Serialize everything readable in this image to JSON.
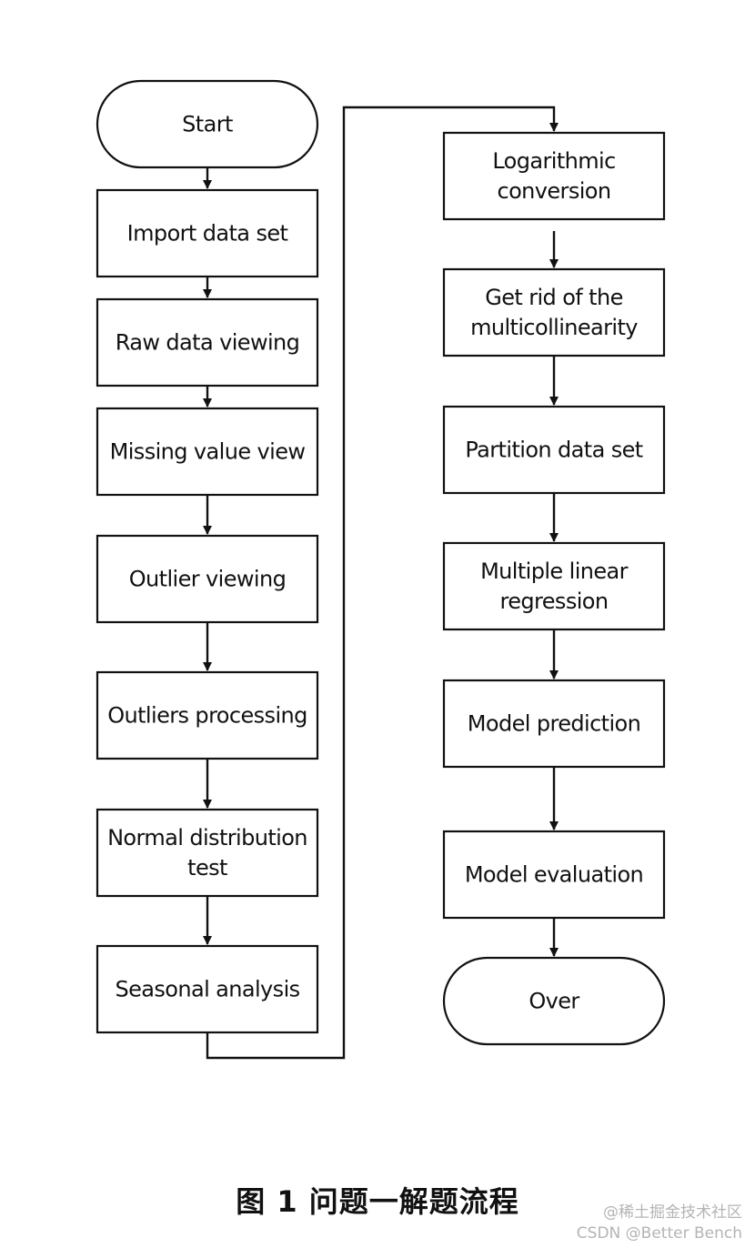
{
  "nodes": {
    "start": "Start",
    "import_data_set": "Import data set",
    "raw_data_viewing": "Raw data viewing",
    "missing_value_view": "Missing value view",
    "outlier_viewing": "Outlier viewing",
    "outliers_processing": "Outliers processing",
    "normal_distribution_test": [
      "Normal distribution",
      "test"
    ],
    "seasonal_analysis": "Seasonal analysis",
    "logarithmic_conversion": [
      "Logarithmic",
      "conversion"
    ],
    "get_rid_of_multicollinearity": [
      "Get rid of the",
      "multicollinearity"
    ],
    "partition_data_set": "Partition data set",
    "multiple_linear_regression": [
      "Multiple linear",
      "regression"
    ],
    "model_prediction": "Model prediction",
    "model_evaluation": "Model evaluation",
    "over": "Over"
  },
  "edges": [
    [
      "start",
      "import_data_set"
    ],
    [
      "import_data_set",
      "raw_data_viewing"
    ],
    [
      "raw_data_viewing",
      "missing_value_view"
    ],
    [
      "missing_value_view",
      "outlier_viewing"
    ],
    [
      "outlier_viewing",
      "outliers_processing"
    ],
    [
      "outliers_processing",
      "normal_distribution_test"
    ],
    [
      "normal_distribution_test",
      "seasonal_analysis"
    ],
    [
      "seasonal_analysis",
      "logarithmic_conversion"
    ],
    [
      "logarithmic_conversion",
      "get_rid_of_multicollinearity"
    ],
    [
      "get_rid_of_multicollinearity",
      "partition_data_set"
    ],
    [
      "partition_data_set",
      "multiple_linear_regression"
    ],
    [
      "multiple_linear_regression",
      "model_prediction"
    ],
    [
      "model_prediction",
      "model_evaluation"
    ],
    [
      "model_evaluation",
      "over"
    ]
  ],
  "caption": "图 1  问题一解题流程",
  "watermark": {
    "line1": "@稀土掘金技术社区",
    "line2": "CSDN @Better Bench"
  }
}
